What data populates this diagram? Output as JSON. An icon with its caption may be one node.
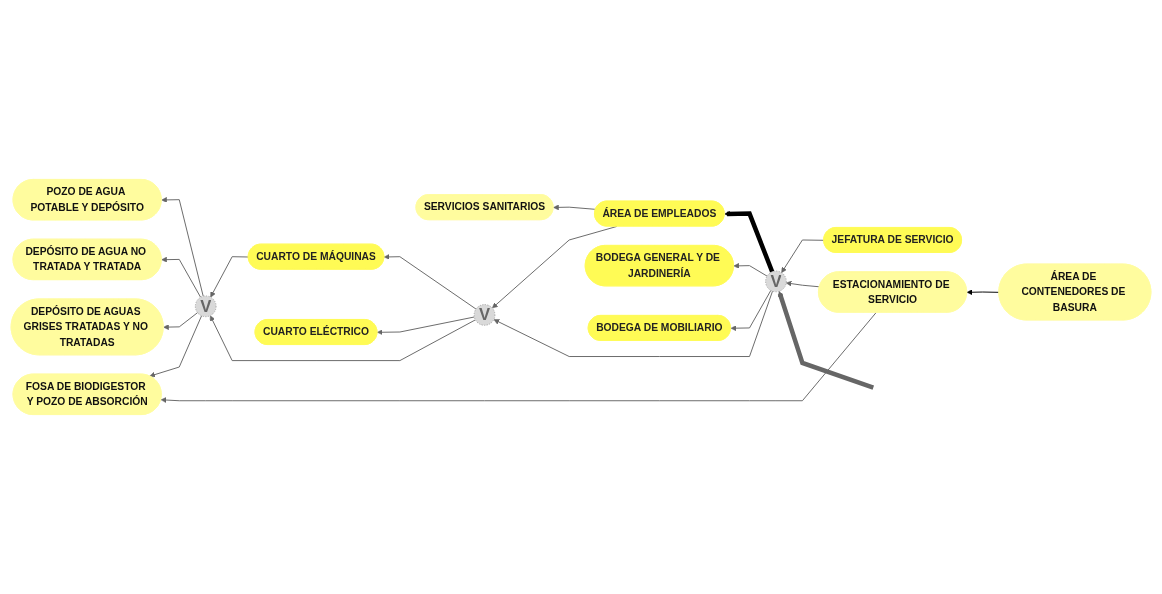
{
  "diagram": {
    "nodes": [
      {
        "text": [
          "POZO DE AGUA POTABLE Y DEPÓSITO"
        ]
      },
      {
        "text": [
          "CUARTO DE MÁQUINAS"
        ]
      },
      {
        "text": [
          "CUARTO ELÉCTRICO"
        ]
      },
      {
        "text": [
          "SERVICIOS SANITARIOS"
        ]
      },
      {
        "text": [
          "V"
        ]
      },
      {
        "text": [
          "DEPÓSITO DE AGUA NO TRATADA Y TRATADA"
        ]
      },
      {
        "text": [
          "V"
        ]
      },
      {
        "text": [
          "ÁREA DE EMPLEADOS"
        ]
      },
      {
        "text": [
          "BODEGA GENERAL Y DE JARDINERÍA"
        ]
      },
      {
        "text": [
          "DEPÓSITO DE AGUAS GRISES TRATADAS Y NO TRATADAS"
        ]
      },
      {
        "text": [
          "V"
        ]
      },
      {
        "text": [
          "JEFATURA DE SERVICIO"
        ]
      },
      {
        "text": [
          "BODEGA DE MOBILIARIO"
        ]
      },
      {
        "text": [
          "FOSA DE BIODIGESTOR Y POZO DE ABSORCIÓN"
        ]
      },
      {
        "text": [
          "ESTACIONAMIENTO DE SERVICIO"
        ]
      },
      {
        "text": [
          "ÁREA DE CONTENEDORES DE BASURA"
        ]
      }
    ],
    "edges": [
      {
        "from": 4,
        "to": 0,
        "arrow": "to"
      },
      {
        "from": 1,
        "to": 4,
        "arrow": "to"
      },
      {
        "from": 4,
        "to": 5,
        "arrow": "to"
      },
      {
        "from": 4,
        "to": 9,
        "arrow": "to"
      },
      {
        "from": 4,
        "to": 13,
        "arrow": "to"
      },
      {
        "from": 6,
        "to": 4,
        "arrow": "to"
      },
      {
        "from": 6,
        "to": 1,
        "arrow": "to"
      },
      {
        "from": 6,
        "to": 2,
        "arrow": "to"
      },
      {
        "from": 7,
        "to": 6,
        "arrow": "to"
      },
      {
        "from": 7,
        "to": 3,
        "arrow": "to"
      },
      {
        "from": 10,
        "to": 6,
        "arrow": "to"
      },
      {
        "from": 10,
        "to": 7,
        "arrow": "to",
        "style": "thick",
        "color": "#000000"
      },
      {
        "from": 10,
        "to": 8,
        "arrow": "to"
      },
      {
        "from": 11,
        "to": 10,
        "arrow": "to"
      },
      {
        "from": 10,
        "to": 12,
        "arrow": "to"
      },
      {
        "from": 14,
        "to": 10,
        "arrow": "to"
      },
      {
        "from": null,
        "to": 10,
        "arrow": "to",
        "style": "thick"
      },
      {
        "from": 14,
        "to": 13,
        "arrow": "to"
      },
      {
        "from": 15,
        "to": 14,
        "arrow": "to",
        "color": "#000000"
      }
    ]
  }
}
